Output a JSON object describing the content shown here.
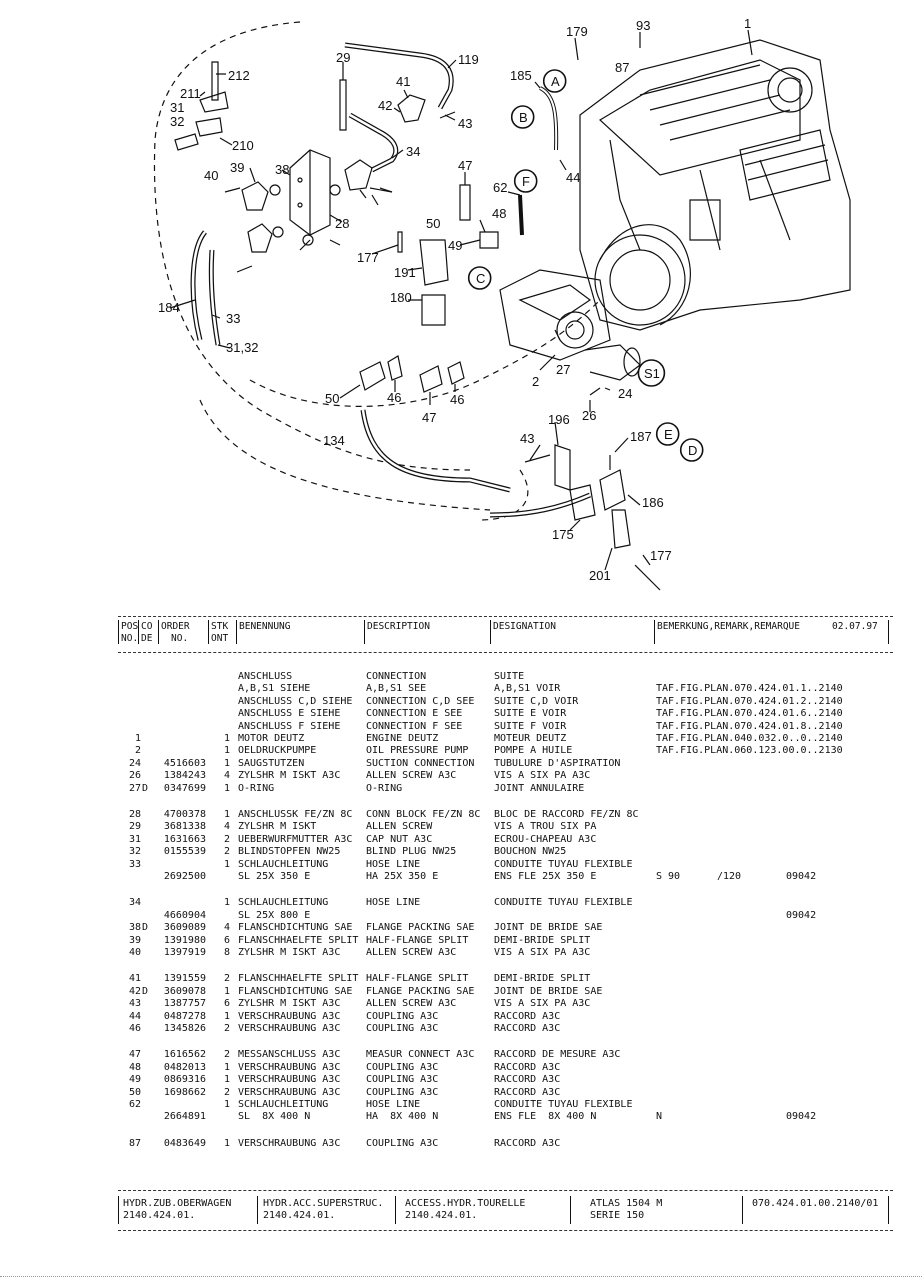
{
  "diagram": {
    "labels": [
      "179",
      "93",
      "1",
      "87",
      "29",
      "119",
      "185",
      "A",
      "212",
      "41",
      "42",
      "211",
      "43",
      "B",
      "31",
      "32",
      "210",
      "34",
      "47",
      "39",
      "38",
      "44",
      "40",
      "F",
      "62",
      "28",
      "48",
      "50",
      "177",
      "49",
      "191",
      "C",
      "184",
      "180",
      "33",
      "31,32",
      "2",
      "27",
      "S1",
      "24",
      "50",
      "46",
      "47",
      "46",
      "26",
      "196",
      "43",
      "187",
      "E",
      "D",
      "134",
      "186",
      "175",
      "177",
      "201"
    ]
  },
  "header": {
    "pos": "POS",
    "no": "NO.",
    "co": "CO",
    "de": "DE",
    "order": "ORDER",
    "order_no": "NO.",
    "stk": "STK",
    "ont": "ONT",
    "benennung": "BENENNUNG",
    "description": "DESCRIPTION",
    "designation": "DESIGNATION",
    "bemerkung": "BEMERKUNG,REMARK,REMARQUE",
    "date": "02.07.97"
  },
  "rows": [
    {
      "pos": "",
      "co": "",
      "order": "",
      "qty": "",
      "de": "ANSCHLUSS",
      "en": "CONNECTION",
      "fr": "SUITE",
      "rem": "",
      "rem2": "",
      "rem3": ""
    },
    {
      "pos": "",
      "co": "",
      "order": "",
      "qty": "",
      "de": "A,B,S1 SIEHE",
      "en": "A,B,S1 SEE",
      "fr": "A,B,S1 VOIR",
      "rem": "TAF.FIG.PLAN.070.424.01.1..2140",
      "rem2": "",
      "rem3": ""
    },
    {
      "pos": "",
      "co": "",
      "order": "",
      "qty": "",
      "de": "ANSCHLUSS C,D SIEHE",
      "en": "CONNECTION C,D SEE",
      "fr": "SUITE C,D VOIR",
      "rem": "TAF.FIG.PLAN.070.424.01.2..2140",
      "rem2": "",
      "rem3": ""
    },
    {
      "pos": "",
      "co": "",
      "order": "",
      "qty": "",
      "de": "ANSCHLUSS E SIEHE",
      "en": "CONNECTION E SEE",
      "fr": "SUITE E VOIR",
      "rem": "TAF.FIG.PLAN.070.424.01.6..2140",
      "rem2": "",
      "rem3": ""
    },
    {
      "pos": "",
      "co": "",
      "order": "",
      "qty": "",
      "de": "ANSCHLUSS F SIEHE",
      "en": "CONNECTION F SEE",
      "fr": "SUITE F VOIR",
      "rem": "TAF.FIG.PLAN.070.424.01.8..2140",
      "rem2": "",
      "rem3": ""
    },
    {
      "pos": "1",
      "co": "",
      "order": "",
      "qty": "1",
      "de": "MOTOR DEUTZ",
      "en": "ENGINE DEUTZ",
      "fr": "MOTEUR DEUTZ",
      "rem": "TAF.FIG.PLAN.040.032.0..0..2140",
      "rem2": "",
      "rem3": ""
    },
    {
      "pos": "2",
      "co": "",
      "order": "",
      "qty": "1",
      "de": "OELDRUCKPUMPE",
      "en": "OIL PRESSURE PUMP",
      "fr": "POMPE A HUILE",
      "rem": "TAF.FIG.PLAN.060.123.00.0..2130",
      "rem2": "",
      "rem3": ""
    },
    {
      "pos": "24",
      "co": "",
      "order": "4516603",
      "qty": "1",
      "de": "SAUGSTUTZEN",
      "en": "SUCTION CONNECTION",
      "fr": "TUBULURE D'ASPIRATION",
      "rem": "",
      "rem2": "",
      "rem3": ""
    },
    {
      "pos": "26",
      "co": "",
      "order": "1384243",
      "qty": "4",
      "de": "ZYLSHR M ISKT A3C",
      "en": "ALLEN SCREW A3C",
      "fr": "VIS A SIX PA A3C",
      "rem": "",
      "rem2": "",
      "rem3": ""
    },
    {
      "pos": "27",
      "co": "D",
      "order": "0347699",
      "qty": "1",
      "de": "O-RING",
      "en": "O-RING",
      "fr": "JOINT ANNULAIRE",
      "rem": "",
      "rem2": "",
      "rem3": ""
    },
    {
      "gap": true
    },
    {
      "pos": "28",
      "co": "",
      "order": "4700378",
      "qty": "1",
      "de": "ANSCHLUSSK FE/ZN 8C",
      "en": "CONN BLOCK FE/ZN 8C",
      "fr": "BLOC DE RACCORD FE/ZN 8C",
      "rem": "",
      "rem2": "",
      "rem3": ""
    },
    {
      "pos": "29",
      "co": "",
      "order": "3681338",
      "qty": "4",
      "de": "ZYLSHR M ISKT",
      "en": "ALLEN SCREW",
      "fr": "VIS A TROU SIX PA",
      "rem": "",
      "rem2": "",
      "rem3": ""
    },
    {
      "pos": "31",
      "co": "",
      "order": "1631663",
      "qty": "2",
      "de": "UEBERWURFMUTTER A3C",
      "en": "CAP NUT A3C",
      "fr": "ECROU-CHAPEAU A3C",
      "rem": "",
      "rem2": "",
      "rem3": ""
    },
    {
      "pos": "32",
      "co": "",
      "order": "0155539",
      "qty": "2",
      "de": "BLINDSTOPFEN NW25",
      "en": "BLIND PLUG NW25",
      "fr": "BOUCHON NW25",
      "rem": "",
      "rem2": "",
      "rem3": ""
    },
    {
      "pos": "33",
      "co": "",
      "order": "",
      "qty": "1",
      "de": "SCHLAUCHLEITUNG",
      "en": "HOSE LINE",
      "fr": "CONDUITE TUYAU FLEXIBLE",
      "rem": "",
      "rem2": "",
      "rem3": ""
    },
    {
      "pos": "",
      "co": "",
      "order": "2692500",
      "qty": "",
      "de": "SL 25X 350 E",
      "en": "HA 25X 350 E",
      "fr": "ENS FLE 25X 350 E",
      "rem": "S 90",
      "rem2": "/120",
      "rem3": "09042"
    },
    {
      "gap": true
    },
    {
      "pos": "34",
      "co": "",
      "order": "",
      "qty": "1",
      "de": "SCHLAUCHLEITUNG",
      "en": "HOSE LINE",
      "fr": "CONDUITE TUYAU FLEXIBLE",
      "rem": "",
      "rem2": "",
      "rem3": ""
    },
    {
      "pos": "",
      "co": "",
      "order": "4660904",
      "qty": "",
      "de": "SL 25X 800 E",
      "en": "",
      "fr": "",
      "rem": "",
      "rem2": "",
      "rem3": "09042"
    },
    {
      "pos": "38",
      "co": "D",
      "order": "3609089",
      "qty": "4",
      "de": "FLANSCHDICHTUNG SAE",
      "en": "FLANGE PACKING SAE",
      "fr": "JOINT DE BRIDE SAE",
      "rem": "",
      "rem2": "",
      "rem3": ""
    },
    {
      "pos": "39",
      "co": "",
      "order": "1391980",
      "qty": "6",
      "de": "FLANSCHHAELFTE SPLIT",
      "en": "HALF-FLANGE SPLIT",
      "fr": "DEMI-BRIDE SPLIT",
      "rem": "",
      "rem2": "",
      "rem3": ""
    },
    {
      "pos": "40",
      "co": "",
      "order": "1397919",
      "qty": "8",
      "de": "ZYLSHR M ISKT A3C",
      "en": "ALLEN SCREW A3C",
      "fr": "VIS A SIX PA A3C",
      "rem": "",
      "rem2": "",
      "rem3": ""
    },
    {
      "gap": true
    },
    {
      "pos": "41",
      "co": "",
      "order": "1391559",
      "qty": "2",
      "de": "FLANSCHHAELFTE SPLIT",
      "en": "HALF-FLANGE SPLIT",
      "fr": "DEMI-BRIDE SPLIT",
      "rem": "",
      "rem2": "",
      "rem3": ""
    },
    {
      "pos": "42",
      "co": "D",
      "order": "3609078",
      "qty": "1",
      "de": "FLANSCHDICHTUNG SAE",
      "en": "FLANGE PACKING SAE",
      "fr": "JOINT DE BRIDE SAE",
      "rem": "",
      "rem2": "",
      "rem3": ""
    },
    {
      "pos": "43",
      "co": "",
      "order": "1387757",
      "qty": "6",
      "de": "ZYLSHR M ISKT A3C",
      "en": "ALLEN SCREW A3C",
      "fr": "VIS A SIX PA A3C",
      "rem": "",
      "rem2": "",
      "rem3": ""
    },
    {
      "pos": "44",
      "co": "",
      "order": "0487278",
      "qty": "1",
      "de": "VERSCHRAUBUNG A3C",
      "en": "COUPLING A3C",
      "fr": "RACCORD A3C",
      "rem": "",
      "rem2": "",
      "rem3": ""
    },
    {
      "pos": "46",
      "co": "",
      "order": "1345826",
      "qty": "2",
      "de": "VERSCHRAUBUNG A3C",
      "en": "COUPLING A3C",
      "fr": "RACCORD A3C",
      "rem": "",
      "rem2": "",
      "rem3": ""
    },
    {
      "gap": true
    },
    {
      "pos": "47",
      "co": "",
      "order": "1616562",
      "qty": "2",
      "de": "MESSANSCHLUSS A3C",
      "en": "MEASUR CONNECT A3C",
      "fr": "RACCORD DE MESURE A3C",
      "rem": "",
      "rem2": "",
      "rem3": ""
    },
    {
      "pos": "48",
      "co": "",
      "order": "0482013",
      "qty": "1",
      "de": "VERSCHRAUBUNG A3C",
      "en": "COUPLING A3C",
      "fr": "RACCORD A3C",
      "rem": "",
      "rem2": "",
      "rem3": ""
    },
    {
      "pos": "49",
      "co": "",
      "order": "0869316",
      "qty": "1",
      "de": "VERSCHRAUBUNG A3C",
      "en": "COUPLING A3C",
      "fr": "RACCORD A3C",
      "rem": "",
      "rem2": "",
      "rem3": ""
    },
    {
      "pos": "50",
      "co": "",
      "order": "1698662",
      "qty": "2",
      "de": "VERSCHRAUBUNG A3C",
      "en": "COUPLING A3C",
      "fr": "RACCORD A3C",
      "rem": "",
      "rem2": "",
      "rem3": ""
    },
    {
      "pos": "62",
      "co": "",
      "order": "",
      "qty": "1",
      "de": "SCHLAUCHLEITUNG",
      "en": "HOSE LINE",
      "fr": "CONDUITE TUYAU FLEXIBLE",
      "rem": "",
      "rem2": "",
      "rem3": ""
    },
    {
      "pos": "",
      "co": "",
      "order": "2664891",
      "qty": "",
      "de": "SL  8X 400 N",
      "en": "HA  8X 400 N",
      "fr": "ENS FLE  8X 400 N",
      "rem": "N",
      "rem2": "",
      "rem3": "09042"
    },
    {
      "gap": true
    },
    {
      "pos": "87",
      "co": "",
      "order": "0483649",
      "qty": "1",
      "de": "VERSCHRAUBUNG A3C",
      "en": "COUPLING A3C",
      "fr": "RACCORD A3C",
      "rem": "",
      "rem2": "",
      "rem3": ""
    }
  ],
  "footer": {
    "de_title": "HYDR.ZUB.OBERWAGEN",
    "de_code": "2140.424.01.",
    "en_title": "HYDR.ACC.SUPERSTRUC.",
    "en_code": "2140.424.01.",
    "fr_title": "ACCESS.HYDR.TOURELLE",
    "fr_code": "2140.424.01.",
    "model": "ATLAS 1504 M",
    "series": "SERIE 150",
    "ref": "070.424.01.00.2140/01"
  }
}
